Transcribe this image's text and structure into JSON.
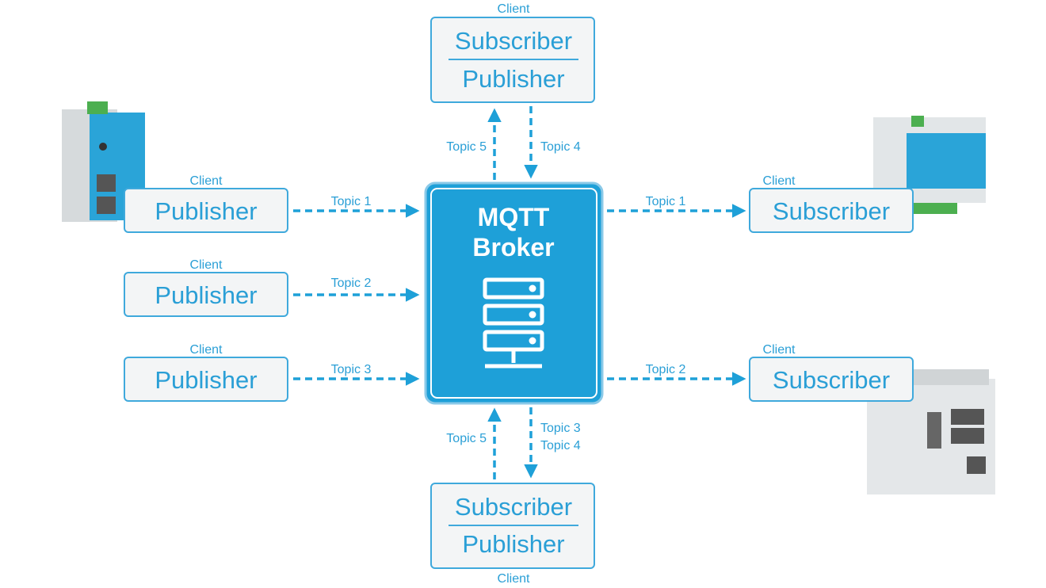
{
  "colors": {
    "accent": "#1ea0d8",
    "box_border": "#3fa9dc",
    "box_fill": "#f3f5f6",
    "text": "#2a9fd6",
    "white": "#ffffff"
  },
  "broker": {
    "title_line1": "MQTT",
    "title_line2": "Broker",
    "icon": "server-stack-icon"
  },
  "top_client": {
    "caption": "Client",
    "line1": "Subscriber",
    "line2": "Publisher",
    "topic_up": "Topic 5",
    "topic_down": "Topic 4"
  },
  "bottom_client": {
    "caption": "Client",
    "line1": "Subscriber",
    "line2": "Publisher",
    "topic_up": "Topic 5",
    "topic_down_1": "Topic 3",
    "topic_down_2": "Topic 4"
  },
  "publishers": [
    {
      "caption": "Client",
      "label": "Publisher",
      "topic": "Topic 1"
    },
    {
      "caption": "Client",
      "label": "Publisher",
      "topic": "Topic 2"
    },
    {
      "caption": "Client",
      "label": "Publisher",
      "topic": "Topic 3"
    }
  ],
  "subscribers": [
    {
      "caption": "Client",
      "label": "Subscriber",
      "topic": "Topic 1"
    },
    {
      "caption": "Client",
      "label": "Subscriber",
      "topic": "Topic 2"
    }
  ]
}
